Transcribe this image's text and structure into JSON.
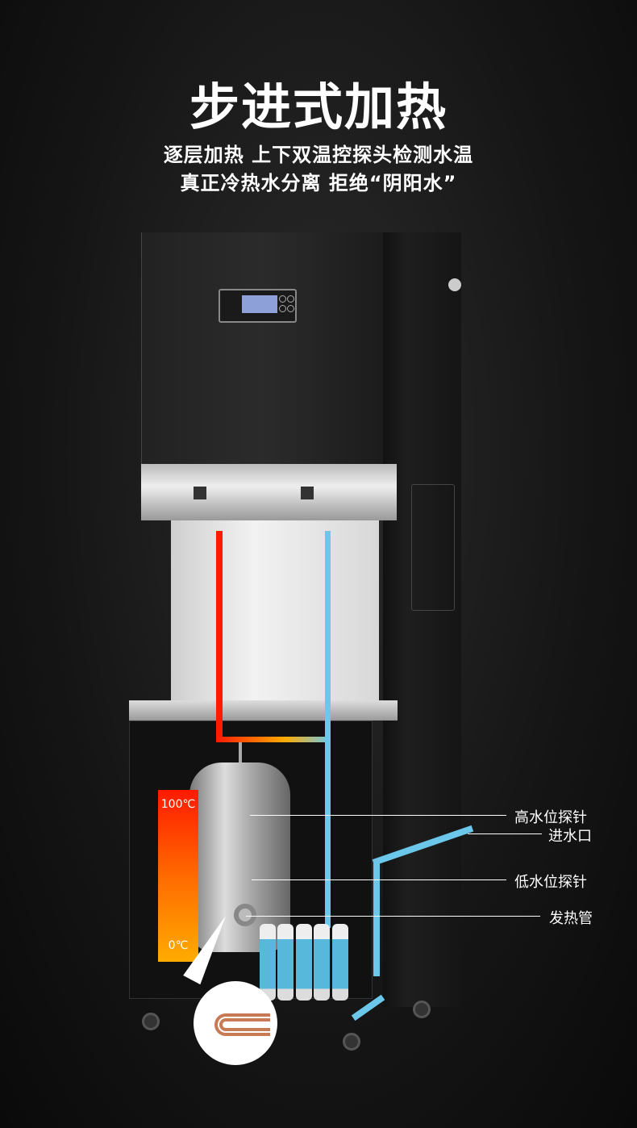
{
  "title": "步进式加热",
  "subtitle_lines": [
    "逐层加热 上下双温控探头检测水温",
    "真正冷热水分离 拒绝“阴阳水”"
  ],
  "temperature_scale": {
    "max": "100℃",
    "min": "0℃"
  },
  "callouts": {
    "high_probe": "高水位探针",
    "inlet": "进水口",
    "low_probe": "低水位探针",
    "heating_tube": "发热管"
  },
  "colors": {
    "hot": "#ff1a00",
    "cold": "#6cc8ea"
  }
}
